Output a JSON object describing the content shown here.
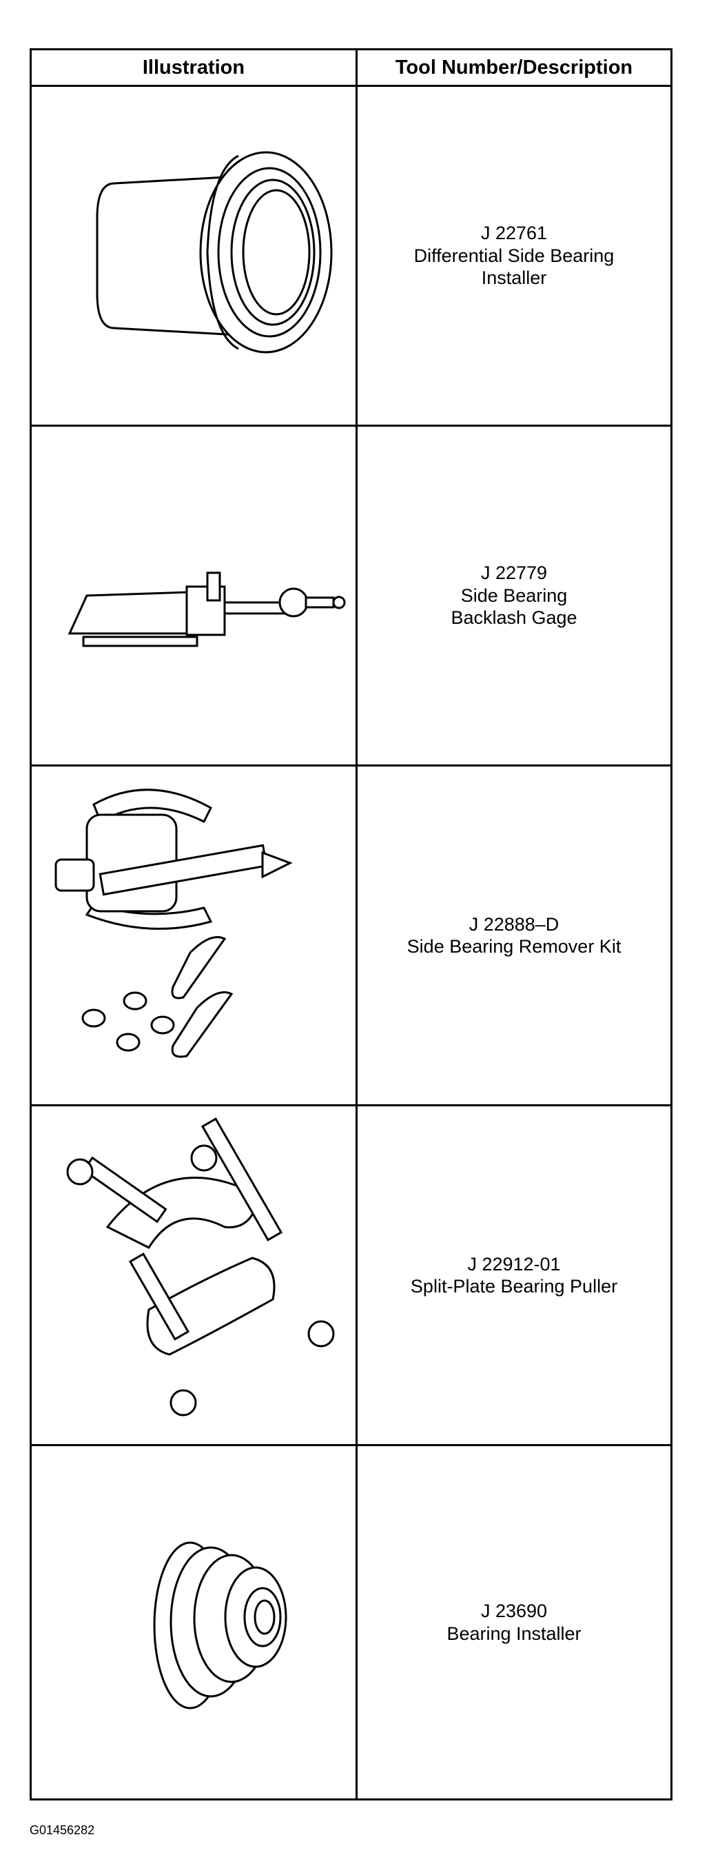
{
  "table": {
    "header": {
      "illustration": "Illustration",
      "description": "Tool Number/Description"
    },
    "rows": [
      {
        "tool_number": "J 22761",
        "line1": "Differential Side Bearing",
        "line2": "Installer",
        "icon": "bearing-installer-icon"
      },
      {
        "tool_number": "J 22779",
        "line1": "Side Bearing",
        "line2": "Backlash Gage",
        "icon": "backlash-gage-icon"
      },
      {
        "tool_number": "J 22888–D",
        "line1": "Side Bearing Remover Kit",
        "line2": "",
        "icon": "bearing-remover-kit-icon"
      },
      {
        "tool_number": "J 22912-01",
        "line1": "Split-Plate Bearing Puller",
        "line2": "",
        "icon": "split-plate-puller-icon"
      },
      {
        "tool_number": "J 23690",
        "line1": "Bearing Installer",
        "line2": "",
        "icon": "bearing-installer-small-icon"
      }
    ]
  },
  "figure_id": "G01456282"
}
